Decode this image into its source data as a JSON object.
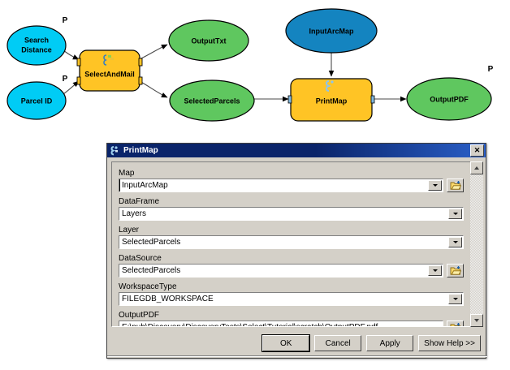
{
  "diagram": {
    "name": "model-builder-diagram",
    "nodes": [
      {
        "id": "search-distance",
        "label": "Search\nDistance",
        "line1": "Search",
        "line2": "Distance",
        "type": "variable",
        "color": "#00ccf5",
        "shape": "ellipse",
        "parameter": true,
        "param_marker": "P"
      },
      {
        "id": "parcel-id",
        "label": "Parcel ID",
        "line1": "Parcel ID",
        "line2": "",
        "type": "variable",
        "color": "#00ccf5",
        "shape": "ellipse",
        "parameter": true,
        "param_marker": "P"
      },
      {
        "id": "select-and-mail",
        "label": "SelectAndMail",
        "type": "tool",
        "color": "#ffc425",
        "shape": "rounded-rect",
        "parameter": false,
        "param_marker": ""
      },
      {
        "id": "output-txt",
        "label": "OutputTxt",
        "type": "derived",
        "color": "#5fc75f",
        "shape": "ellipse",
        "parameter": false,
        "param_marker": ""
      },
      {
        "id": "selected-parcels",
        "label": "SelectedParcels",
        "type": "derived",
        "color": "#5fc75f",
        "shape": "ellipse",
        "parameter": false,
        "param_marker": ""
      },
      {
        "id": "input-arcmap",
        "label": "InputArcMap",
        "type": "variable",
        "color": "#1484c0",
        "shape": "ellipse",
        "parameter": false,
        "param_marker": ""
      },
      {
        "id": "print-map",
        "label": "PrintMap",
        "type": "tool",
        "color": "#ffc425",
        "shape": "rounded-rect",
        "parameter": false,
        "param_marker": ""
      },
      {
        "id": "output-pdf",
        "label": "OutputPDF",
        "type": "derived",
        "color": "#5fc75f",
        "shape": "ellipse",
        "parameter": true,
        "param_marker": "P"
      }
    ],
    "param_markers": [
      {
        "for": "search-distance",
        "text": "P"
      },
      {
        "for": "parcel-id",
        "text": "P"
      },
      {
        "for": "output-pdf",
        "text": "P"
      }
    ],
    "colors": {
      "variable_cyan": "#00ccf5",
      "variable_blue": "#1484c0",
      "tool_yellow": "#ffc425",
      "derived_green": "#5fc75f",
      "outline": "#000000",
      "connector": "#4a4a4a"
    }
  },
  "dialog": {
    "title": "PrintMap",
    "title_icon": "script-tool-icon",
    "close_label": "✕",
    "fields": [
      {
        "label": "Map",
        "value": "InputArcMap",
        "control": "combo",
        "has_browse": true,
        "has_caret": true,
        "name": "map"
      },
      {
        "label": "DataFrame",
        "value": "Layers",
        "control": "combo",
        "has_browse": false,
        "has_caret": false,
        "name": "dataframe"
      },
      {
        "label": "Layer",
        "value": "SelectedParcels",
        "control": "combo",
        "has_browse": false,
        "has_caret": false,
        "name": "layer"
      },
      {
        "label": "DataSource",
        "value": "SelectedParcels",
        "control": "combo",
        "has_browse": true,
        "has_caret": false,
        "name": "datasource"
      },
      {
        "label": "WorkspaceType",
        "value": "FILEGDB_WORKSPACE",
        "control": "combo",
        "has_browse": false,
        "has_caret": false,
        "name": "workspacetype"
      },
      {
        "label": "OutputPDF",
        "value": "E:\\pub\\Discovery\\DiscoveryTests\\Select\\Tutorial\\scratch\\OutputPDF.pdf",
        "control": "textbox",
        "has_browse": true,
        "has_caret": false,
        "name": "outputpdf"
      }
    ],
    "buttons": [
      {
        "label": "OK",
        "name": "ok-button",
        "default": true
      },
      {
        "label": "Cancel",
        "name": "cancel-button",
        "default": false
      },
      {
        "label": "Apply",
        "name": "apply-button",
        "default": false
      },
      {
        "label": "Show Help >>",
        "name": "show-help-button",
        "default": false
      }
    ],
    "scrollbar": {
      "up_glyph": "▲",
      "down_glyph": "▼"
    }
  }
}
